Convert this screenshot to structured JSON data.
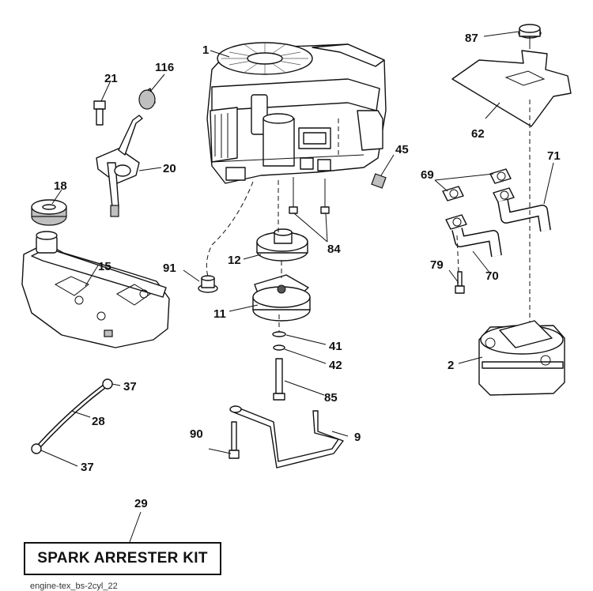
{
  "callouts": {
    "p1": "1",
    "p2": "2",
    "p9": "9",
    "p11": "11",
    "p12": "12",
    "p15": "15",
    "p18": "18",
    "p20": "20",
    "p21": "21",
    "p28": "28",
    "p29": "29",
    "p37a": "37",
    "p37b": "37",
    "p41": "41",
    "p42": "42",
    "p45": "45",
    "p62": "62",
    "p69": "69",
    "p70": "70",
    "p71": "71",
    "p79": "79",
    "p84": "84",
    "p85": "85",
    "p87": "87",
    "p90": "90",
    "p91": "91",
    "p116": "116"
  },
  "kit_box": {
    "label": "SPARK ARRESTER KIT"
  },
  "footer": {
    "text": "engine-tex_bs-2cyl_22"
  }
}
